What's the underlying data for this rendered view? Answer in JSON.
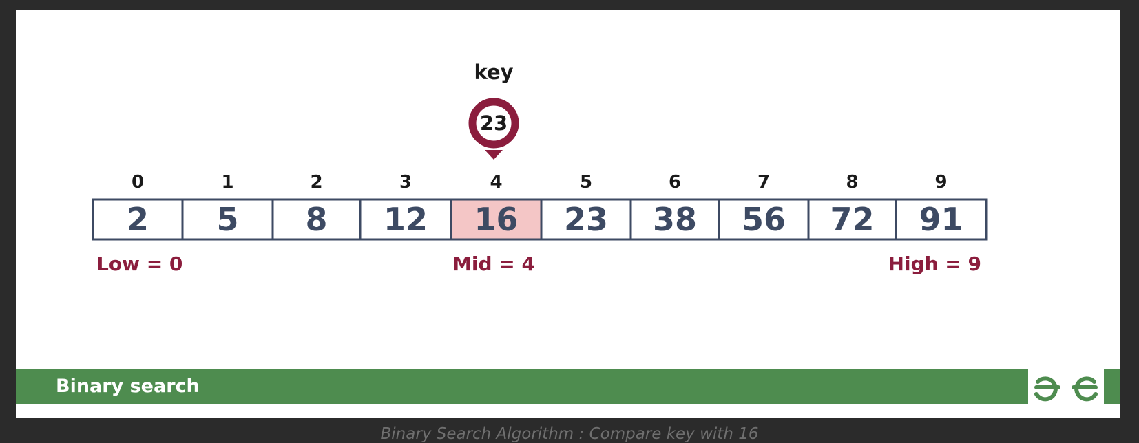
{
  "key": {
    "label": "key",
    "value": "23"
  },
  "array": {
    "indices": [
      "0",
      "1",
      "2",
      "3",
      "4",
      "5",
      "6",
      "7",
      "8",
      "9"
    ],
    "values": [
      "2",
      "5",
      "8",
      "12",
      "16",
      "23",
      "38",
      "56",
      "72",
      "91"
    ],
    "highlight_index": 4
  },
  "pointers": {
    "low": "Low = 0",
    "mid": "Mid = 4",
    "high": "High = 9"
  },
  "banner": {
    "title": "Binary search"
  },
  "caption": "Binary Search Algorithm : Compare key with 16",
  "colors": {
    "accent": "#8b1d3d",
    "highlight_fill": "#f4c6c6",
    "cell_border": "#3d4a63",
    "banner": "#4e8c4f",
    "logo": "#4e8c4f"
  }
}
